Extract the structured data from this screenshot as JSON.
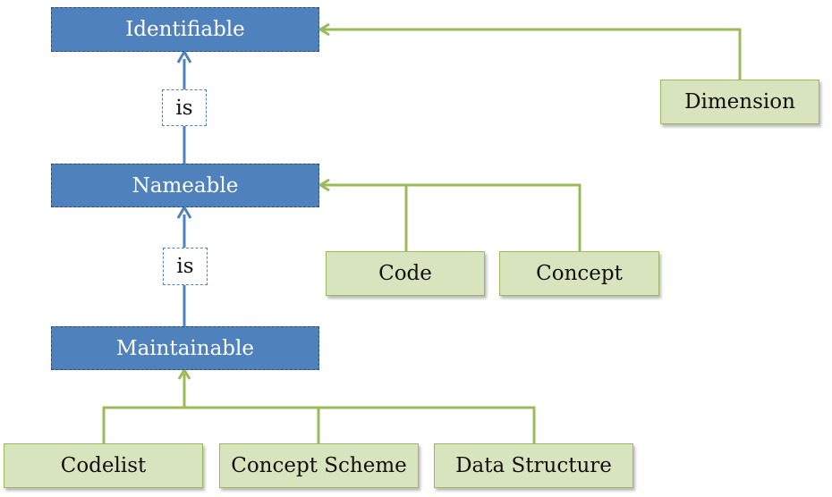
{
  "nodes": {
    "identifiable": "Identifiable",
    "nameable": "Nameable",
    "maintainable": "Maintainable",
    "dimension": "Dimension",
    "code": "Code",
    "concept": "Concept",
    "codelist": "Codelist",
    "concept_scheme": "Concept Scheme",
    "data_structure": "Data Structure"
  },
  "relations": {
    "is_upper": "is",
    "is_lower": "is"
  },
  "colors": {
    "parent_fill": "#4f81bd",
    "child_fill": "#d7e4bd",
    "child_border": "#9bbb59",
    "inherit_arrow": "#4f81bd",
    "connector": "#9bbb59"
  }
}
